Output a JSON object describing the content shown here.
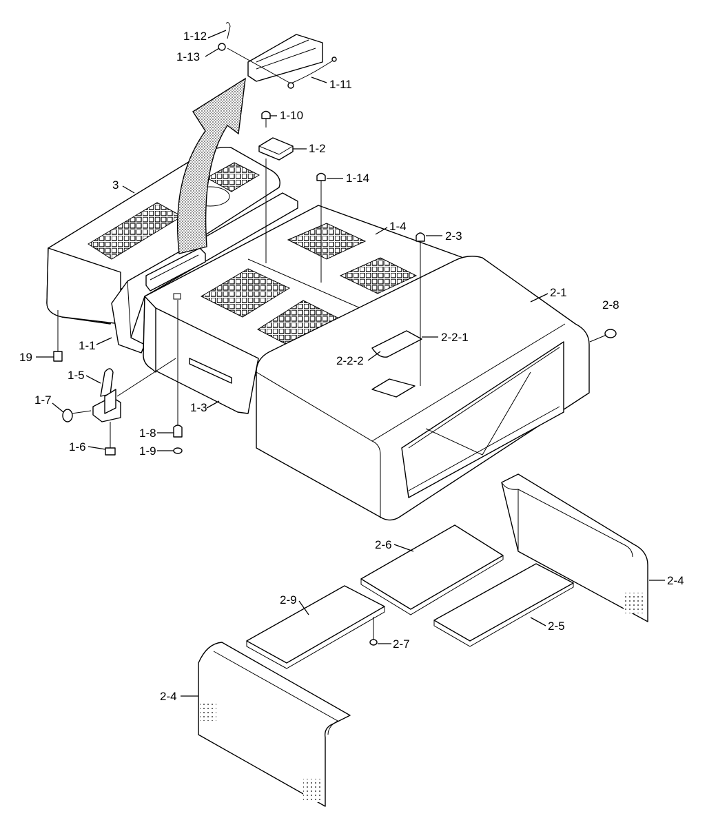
{
  "callouts": [
    {
      "id": "c_1_12",
      "text": "1-12"
    },
    {
      "id": "c_1_13",
      "text": "1-13"
    },
    {
      "id": "c_1_11",
      "text": "1-11"
    },
    {
      "id": "c_1_10",
      "text": "1-10"
    },
    {
      "id": "c_1_2",
      "text": "1-2"
    },
    {
      "id": "c_1_14",
      "text": "1-14"
    },
    {
      "id": "c_3",
      "text": "3"
    },
    {
      "id": "c_1_4",
      "text": "1-4"
    },
    {
      "id": "c_2_3",
      "text": "2-3"
    },
    {
      "id": "c_2_1",
      "text": "2-1"
    },
    {
      "id": "c_2_8",
      "text": "2-8"
    },
    {
      "id": "c_2_2_1",
      "text": "2-2-1"
    },
    {
      "id": "c_2_2_2",
      "text": "2-2-2"
    },
    {
      "id": "c_1_1",
      "text": "1-1"
    },
    {
      "id": "c_19",
      "text": "19"
    },
    {
      "id": "c_1_5",
      "text": "1-5"
    },
    {
      "id": "c_1_7",
      "text": "1-7"
    },
    {
      "id": "c_1_3",
      "text": "1-3"
    },
    {
      "id": "c_1_8",
      "text": "1-8"
    },
    {
      "id": "c_1_6",
      "text": "1-6"
    },
    {
      "id": "c_1_9",
      "text": "1-9"
    },
    {
      "id": "c_2_6",
      "text": "2-6"
    },
    {
      "id": "c_2_4a",
      "text": "2-4"
    },
    {
      "id": "c_2_9",
      "text": "2-9"
    },
    {
      "id": "c_2_5",
      "text": "2-5"
    },
    {
      "id": "c_2_7",
      "text": "2-7"
    },
    {
      "id": "c_2_4b",
      "text": "2-4"
    }
  ]
}
